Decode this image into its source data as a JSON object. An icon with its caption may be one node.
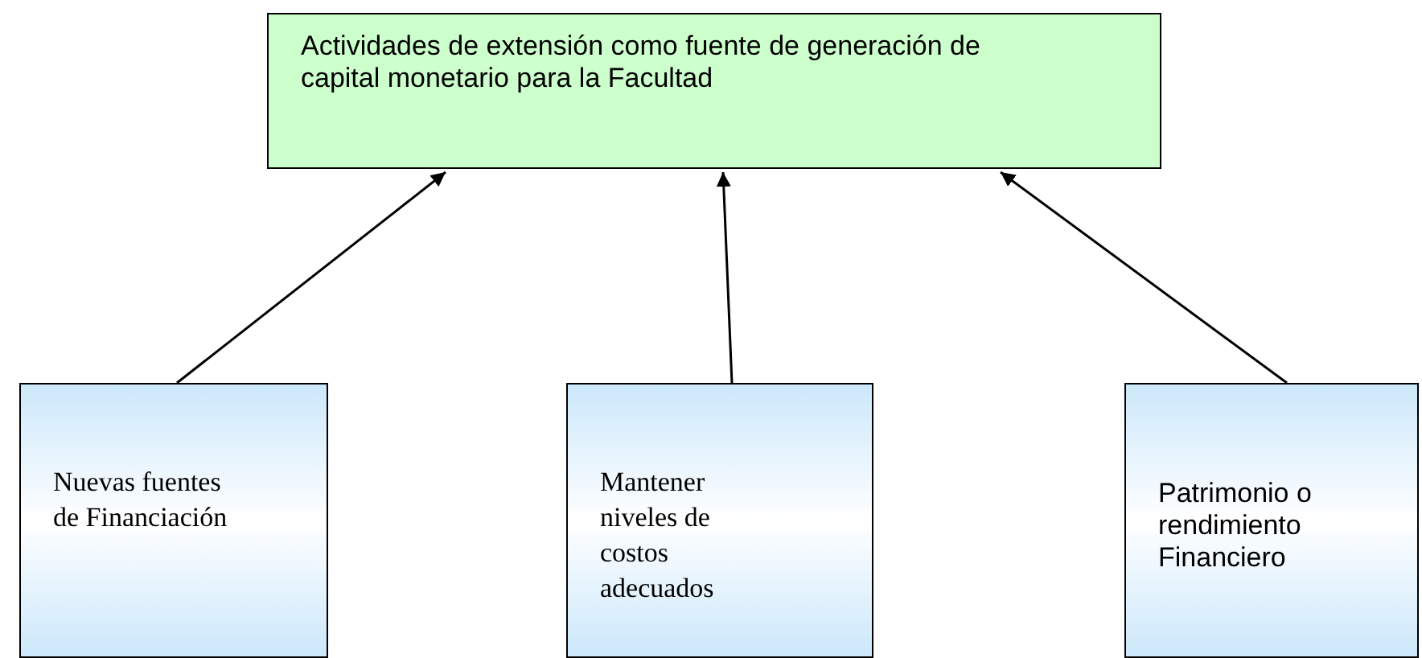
{
  "diagram": {
    "nodes": [
      {
        "text": [
          "Actividades de extensión como fuente de generación de capital monetario para la Facultad"
        ]
      },
      {
        "text": [
          "Nuevas fuentes de Financiación"
        ]
      },
      {
        "text": [
          "Mantener niveles de costos adecuados"
        ]
      },
      {
        "text": [
          "Patrimonio o rendimiento Financiero"
        ]
      }
    ],
    "edges": [
      {
        "from": 1,
        "to": 0,
        "arrow": "to"
      },
      {
        "from": 2,
        "to": 0,
        "arrow": "to"
      },
      {
        "from": 3,
        "to": 0,
        "arrow": "to"
      }
    ]
  }
}
